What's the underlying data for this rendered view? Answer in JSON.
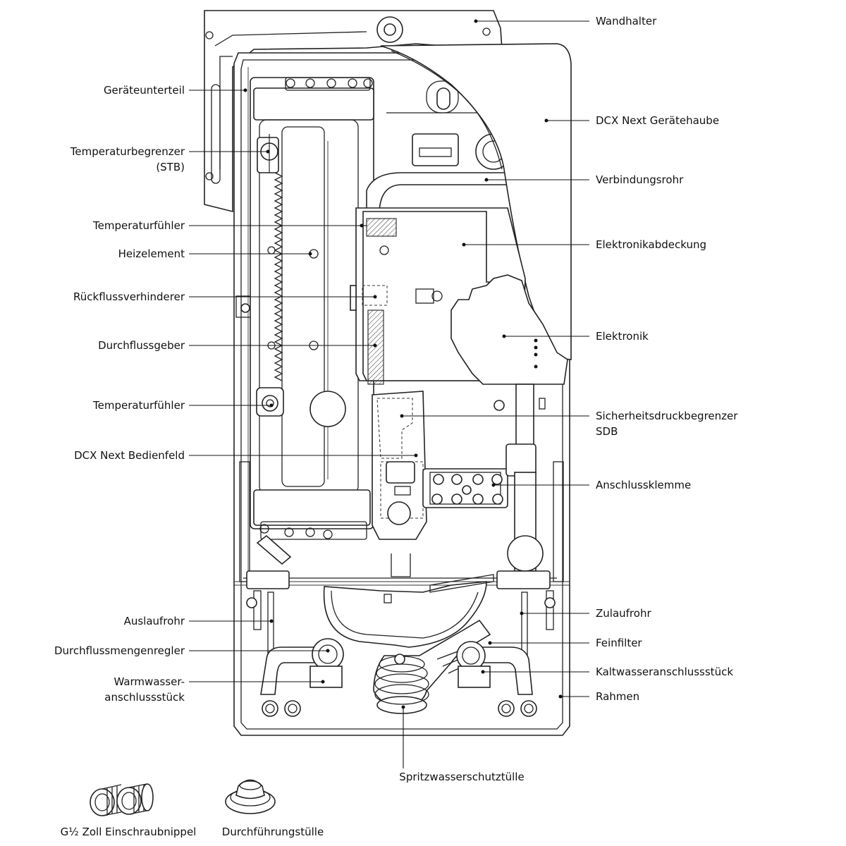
{
  "labels_left": {
    "geraeteunterteil": "Geräteunterteil",
    "temperaturbegrenzer_1": "Temperaturbegrenzer",
    "temperaturbegrenzer_2": "(STB)",
    "temperaturfuehler_top": "Temperaturfühler",
    "heizelement": "Heizelement",
    "rueckflussverhinderer": "Rückflussverhinderer",
    "durchflussgeber": "Durchflussgeber",
    "temperaturfuehler_bottom": "Temperaturfühler",
    "bedienfeld": "DCX Next Bedienfeld",
    "auslaufrohr": "Auslaufrohr",
    "durchflussmengenregler": "Durchflussmengenregler",
    "warmwasser_1": "Warmwasser-",
    "warmwasser_2": "anschlussstück"
  },
  "labels_right": {
    "wandhalter": "Wandhalter",
    "geraetehaube": "DCX Next Gerätehaube",
    "verbindungsrohr": "Verbindungsrohr",
    "elektronikabdeckung": "Elektronikabdeckung",
    "elektronik": "Elektronik",
    "sdb_1": "Sicherheitsdruckbegrenzer",
    "sdb_2": "SDB",
    "anschlussklemme": "Anschlussklemme",
    "zulaufrohr": "Zulaufrohr",
    "feinfilter": "Feinfilter",
    "kaltwasser": "Kaltwasseranschlussstück",
    "rahmen": "Rahmen"
  },
  "labels_bottom": {
    "spritzwasser": "Spritzwasserschutztülle"
  },
  "accessories": {
    "nippel": "G½ Zoll Einschraubnippel",
    "tuelle": "Durchführungstülle"
  }
}
